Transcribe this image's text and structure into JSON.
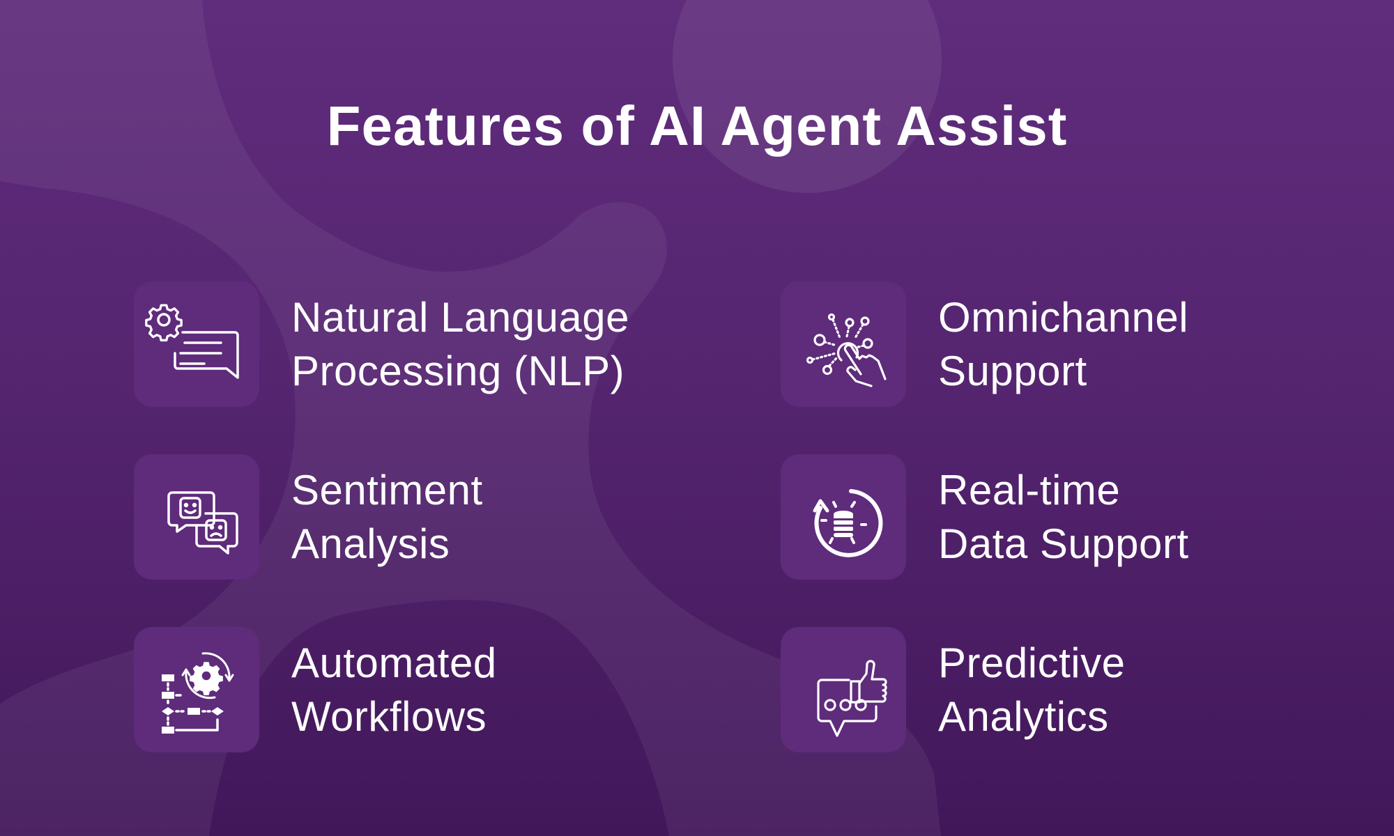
{
  "title": "Features of AI Agent Assist",
  "colors": {
    "background_top": "#602c7c",
    "background_bottom": "#42175a",
    "icon_box": "#5f2b7b",
    "text": "#ffffff"
  },
  "features": [
    {
      "line1": "Natural Language",
      "line2": "Processing (NLP)",
      "icon": "gear-chat-icon"
    },
    {
      "line1": "Omnichannel",
      "line2": "Support",
      "icon": "touch-network-icon"
    },
    {
      "line1": "Sentiment",
      "line2": "Analysis",
      "icon": "emotion-chat-icon"
    },
    {
      "line1": "Real-time",
      "line2": "Data Support",
      "icon": "database-refresh-icon"
    },
    {
      "line1": "Automated",
      "line2": "Workflows",
      "icon": "workflow-gear-icon"
    },
    {
      "line1": "Predictive",
      "line2": "Analytics",
      "icon": "thumbs-up-chat-icon"
    }
  ]
}
